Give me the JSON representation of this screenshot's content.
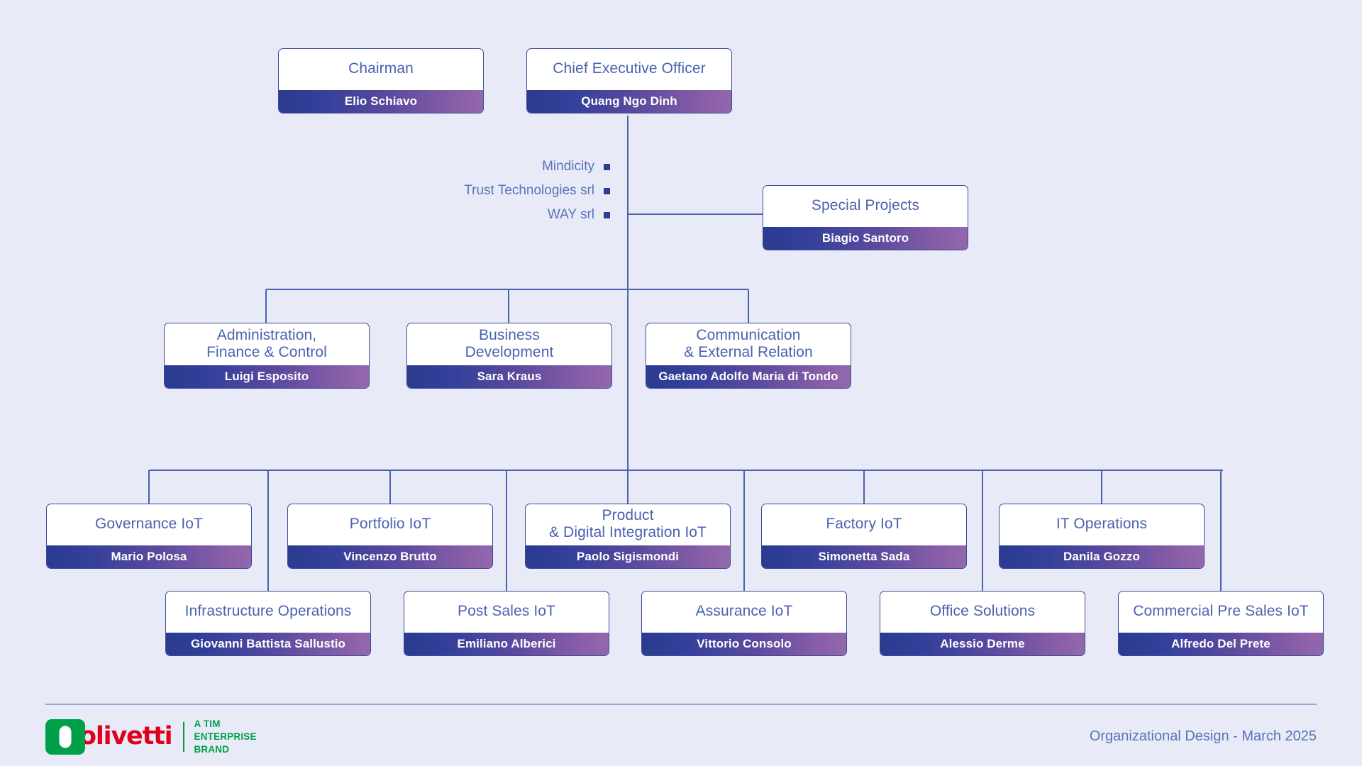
{
  "meta": {
    "background_color": "#e8ebf7",
    "accent_blue": "#2a3b8f",
    "accent_purple": "#8a5fa8",
    "title_text_color": "#4a62b0",
    "line_color": "#4a62b0"
  },
  "nodes": {
    "chairman": {
      "title": "Chairman",
      "name": "Elio Schiavo"
    },
    "ceo": {
      "title": "Chief  Executive Officer",
      "name": "Quang Ngo Dinh"
    },
    "special": {
      "title": "Special Projects",
      "name": "Biagio Santoro"
    },
    "admin": {
      "title": "Administration,\n Finance & Control",
      "name": "Luigi Esposito"
    },
    "bizdev": {
      "title": "Business\nDevelopment",
      "name": "Sara Kraus"
    },
    "comms": {
      "title": "Communication\n& External Relation",
      "name": "Gaetano Adolfo Maria di Tondo"
    },
    "governance": {
      "title": "Governance IoT",
      "name": "Mario Polosa"
    },
    "portfolio": {
      "title": "Portfolio IoT",
      "name": "Vincenzo Brutto"
    },
    "product": {
      "title": "Product\n& Digital Integration IoT",
      "name": "Paolo Sigismondi"
    },
    "factory": {
      "title": "Factory IoT",
      "name": "Simonetta Sada"
    },
    "itops": {
      "title": "IT Operations",
      "name": "Danila Gozzo"
    },
    "infra": {
      "title": "Infrastructure Operations",
      "name": "Giovanni Battista Sallustio"
    },
    "postsales": {
      "title": "Post Sales IoT",
      "name": "Emiliano Alberici"
    },
    "assurance": {
      "title": "Assurance IoT",
      "name": "Vittorio Consolo"
    },
    "office": {
      "title": "Office Solutions",
      "name": "Alessio Derme"
    },
    "presales": {
      "title": "Commercial Pre Sales IoT",
      "name": "Alfredo Del Prete"
    }
  },
  "subsidiaries": [
    {
      "label": "Mindicity"
    },
    {
      "label": "Trust Technologies srl"
    },
    {
      "label": "WAY srl"
    }
  ],
  "footer": {
    "logo_word": "olivetti",
    "logo_tagline": "A TIM\nENTERPRISE\nBRAND",
    "note": "Organizational Design - March 2025"
  }
}
